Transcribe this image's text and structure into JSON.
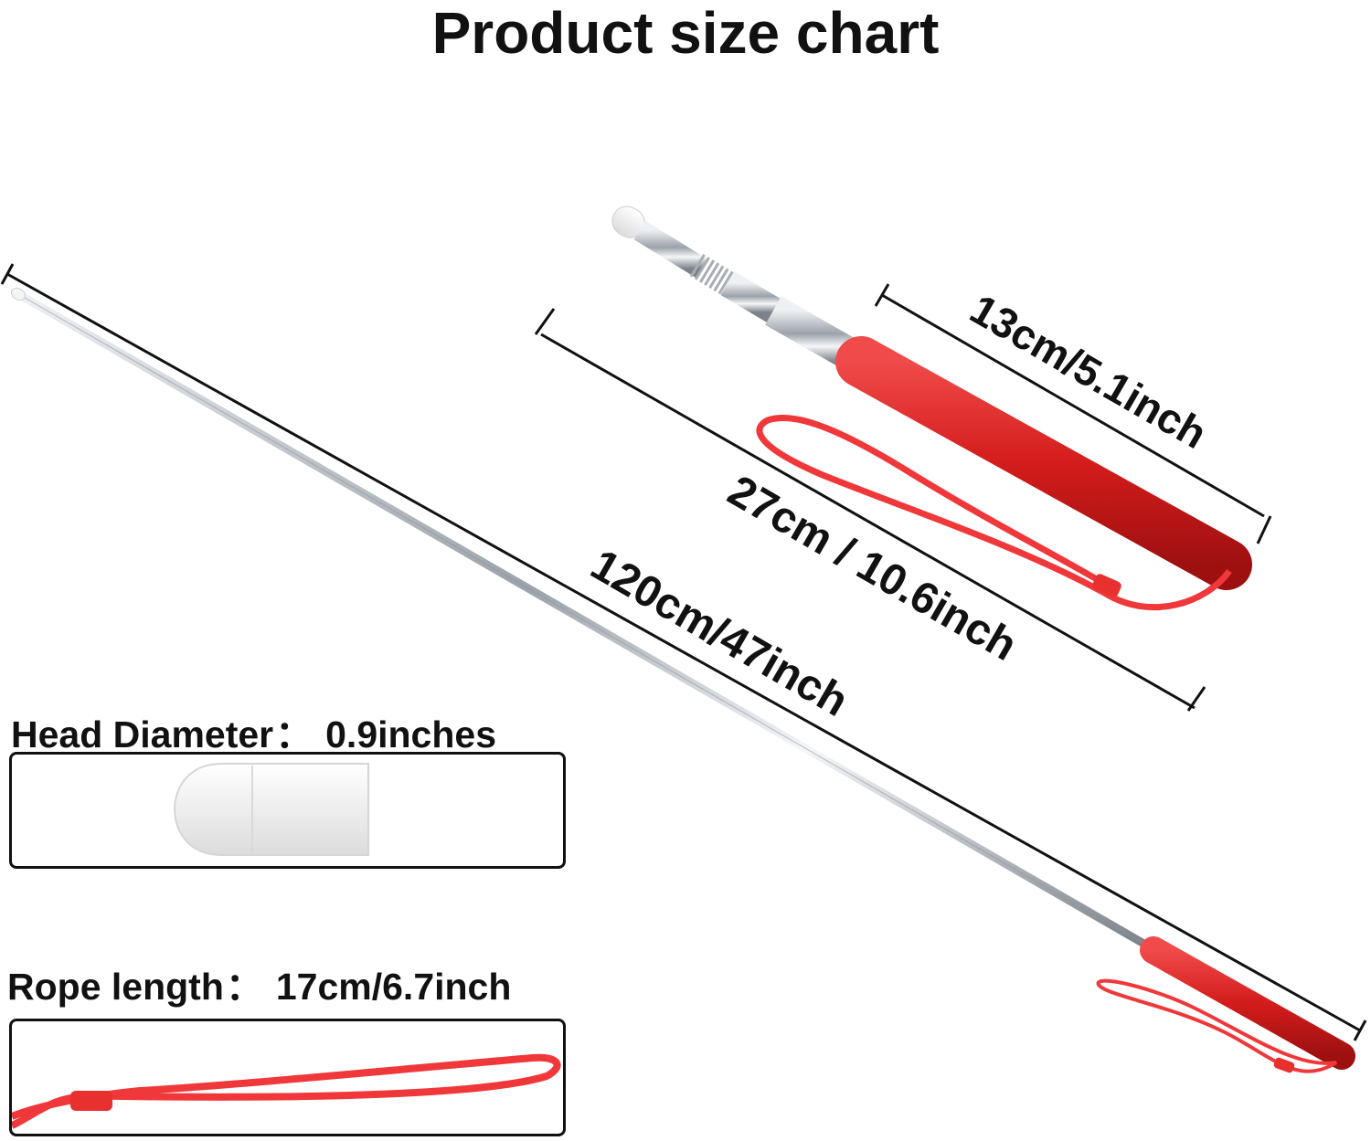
{
  "title": "Product size chart",
  "dimensions": {
    "handle_length": "13cm/5.1inch",
    "collapsed_length": "27cm / 10.6inch",
    "extended_length": "120cm/47inch"
  },
  "head_diameter": {
    "label": "Head Diameter",
    "separator": "：",
    "value": "0.9inches"
  },
  "rope_length": {
    "label": "Rope length",
    "separator": "：",
    "value": "17cm/6.7inch"
  },
  "colors": {
    "handle_red": "#d41c1c",
    "rope_red": "#f0373a",
    "metal": "#c9ccd1",
    "felt_tip": "#f2f2f2",
    "line": "#111111"
  }
}
